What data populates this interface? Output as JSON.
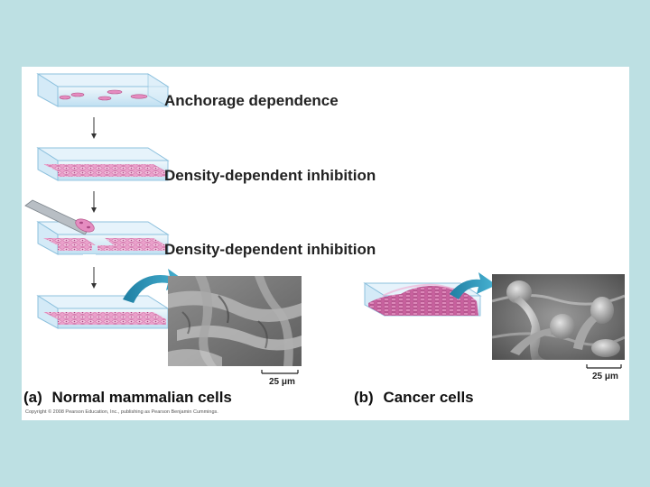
{
  "steps": [
    {
      "label": "Anchorage dependence"
    },
    {
      "label": "Density-dependent inhibition"
    },
    {
      "label": "Density-dependent inhibition"
    }
  ],
  "parts": {
    "a": {
      "letter": "(a)",
      "title": "Normal mammalian cells"
    },
    "b": {
      "letter": "(b)",
      "title": "Cancer cells"
    }
  },
  "scale_bar": "25 μm",
  "copyright": "Copyright © 2008 Pearson Education, Inc., publishing as Pearson Benjamin Cummings.",
  "colors": {
    "dish_fill": "#cfe8f5",
    "dish_edge": "#7fb6d6",
    "cells_normal": "#e58cc0",
    "cells_cancer": "#b54e8e",
    "arrow_teal": "#2a93b5"
  }
}
